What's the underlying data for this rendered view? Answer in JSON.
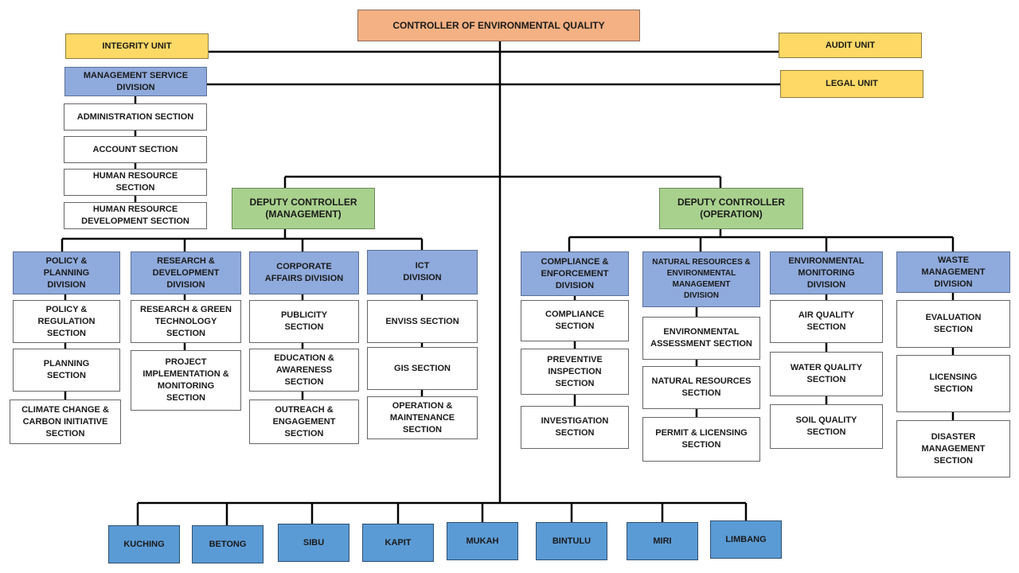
{
  "controller": "CONTROLLER OF ENVIRONMENTAL QUALITY",
  "units": {
    "integrity": "INTEGRITY UNIT",
    "audit": "AUDIT UNIT",
    "legal": "LEGAL UNIT"
  },
  "management_service": {
    "title": "MANAGEMENT SERVICE\nDIVISION",
    "sections": [
      "ADMINISTRATION  SECTION",
      "ACCOUNT SECTION",
      "HUMAN RESOURCE\nSECTION",
      "HUMAN RESOURCE\nDEVELOPMENT SECTION"
    ]
  },
  "deputy_management": {
    "title": "DEPUTY CONTROLLER\n(MANAGEMENT)",
    "divisions": [
      {
        "title": "POLICY &\nPLANNING\nDIVISION",
        "sections": [
          "POLICY &\nREGULATION\nSECTION",
          "PLANNING\nSECTION",
          "CLIMATE CHANGE &\nCARBON INITIATIVE\nSECTION"
        ]
      },
      {
        "title": "RESEARCH &\nDEVELOPMENT\nDIVISION",
        "sections": [
          "RESEARCH & GREEN\nTECHNOLOGY\nSECTION",
          "PROJECT\nIMPLEMENTATION &\nMONITORING\nSECTION"
        ]
      },
      {
        "title": "CORPORATE\nAFFAIRS DIVISION",
        "sections": [
          "PUBLICITY\nSECTION",
          "EDUCATION &\nAWARENESS\nSECTION",
          "OUTREACH &\nENGAGEMENT\nSECTION"
        ]
      },
      {
        "title": "ICT\nDIVISION",
        "sections": [
          "ENVISS SECTION",
          "GIS SECTION",
          "OPERATION &\nMAINTENANCE\nSECTION"
        ]
      }
    ]
  },
  "deputy_operation": {
    "title": "DEPUTY CONTROLLER\n(OPERATION)",
    "divisions": [
      {
        "title": "COMPLIANCE &\nENFORCEMENT\nDIVISION",
        "sections": [
          "COMPLIANCE\nSECTION",
          "PREVENTIVE\nINSPECTION\nSECTION",
          "INVESTIGATION\nSECTION"
        ]
      },
      {
        "title": "NATURAL  RESOURCES  &\nENVIRONMENTAL\nMANAGEMENT\nDIVISION",
        "sections": [
          "ENVIRONMENTAL\nASSESSMENT SECTION",
          "NATURAL RESOURCES\nSECTION",
          "PERMIT & LICENSING\nSECTION"
        ]
      },
      {
        "title": "ENVIRONMENTAL\nMONITORING\nDIVISION",
        "sections": [
          "AIR QUALITY\nSECTION",
          "WATER QUALITY\nSECTION",
          "SOIL QUALITY\nSECTION"
        ]
      },
      {
        "title": "WASTE\nMANAGEMENT\nDIVISION",
        "sections": [
          "EVALUATION\nSECTION",
          "LICENSING\nSECTION",
          "DISASTER\nMANAGEMENT\nSECTION"
        ]
      }
    ]
  },
  "regions": [
    "KUCHING",
    "BETONG",
    "SIBU",
    "KAPIT",
    "MUKAH",
    "BINTULU",
    "MIRI",
    "LIMBANG"
  ]
}
